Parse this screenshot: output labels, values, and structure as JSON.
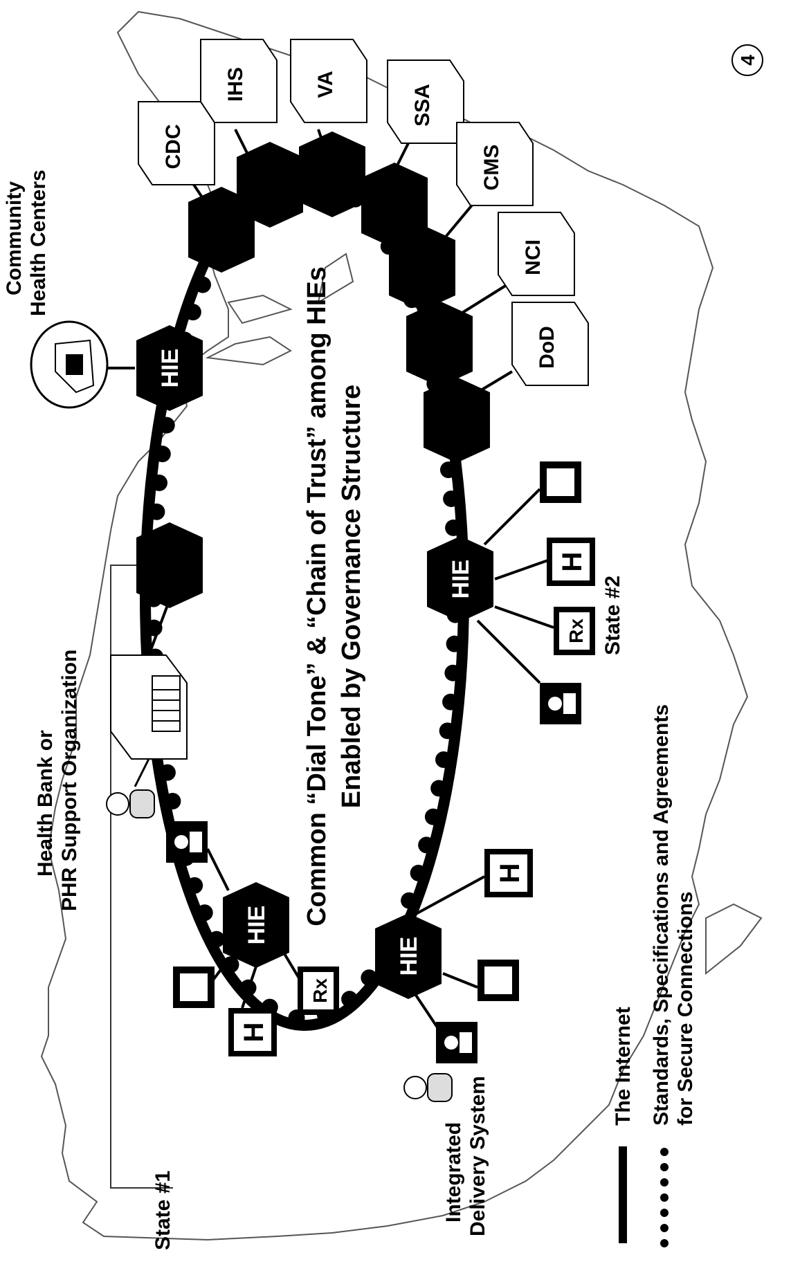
{
  "title": {
    "line1": "Common “Dial Tone” & “Chain of Trust” among HIEs",
    "line2": "Enabled by Governance Structure"
  },
  "labels": {
    "health_bank_1": "Health Bank or",
    "health_bank_2": "PHR Support Organization",
    "community_1": "Community",
    "community_2": "Health Centers",
    "state1": "State #1",
    "state2": "State #2",
    "ids_1": "Integrated",
    "ids_2": "Delivery System",
    "page_number": "4"
  },
  "hie_label": "HIE",
  "agencies": [
    "CDC",
    "IHS",
    "VA",
    "SSA",
    "CMS",
    "NCI",
    "DoD"
  ],
  "icons": {
    "hospital": "H",
    "pharmacy": "Rx"
  },
  "legend": {
    "internet": "The Internet",
    "standards_1": "Standards, Specifications and Agreements",
    "standards_2": "for Secure Connections"
  },
  "colors": {
    "ink": "#000000",
    "paper": "#ffffff",
    "map": "#555555"
  }
}
